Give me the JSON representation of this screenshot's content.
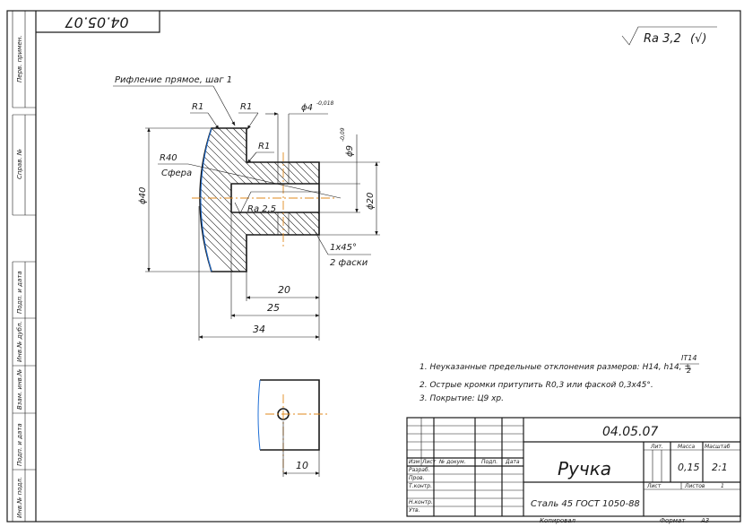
{
  "stamp_number_rotated": "04.05.07",
  "roughness": {
    "value": "Ra 3,2",
    "suffix": "(√)"
  },
  "side_strip": {
    "perv_primen": "Перв. примен.",
    "sprav_no": "Справ. №",
    "podp_data_1": "Подп. и дата",
    "inv_dubl": "Инв.№ дубл.",
    "vzam_inv": "Взам. инв.№",
    "podp_data_2": "Подп. и дата",
    "inv_podl": "Инв.№ подл."
  },
  "labels": {
    "knurling": "Рифление прямое, шаг 1",
    "r1_a": "R1",
    "r1_b": "R1",
    "r1_c": "R1",
    "r40": "R40",
    "sphere": "Сфера",
    "ra25": "Ra 2,5",
    "phi4": "ϕ4",
    "phi4_tol": "-0,018",
    "phi9": "ϕ9",
    "phi9_tol": "-0,09",
    "phi20": "ϕ20",
    "phi40": "ϕ40",
    "chamfer": "1x45°",
    "chamfer_note": "2 фаски",
    "dim20": "20",
    "dim25": "25",
    "dim34": "34",
    "dim10": "10"
  },
  "notes": {
    "n1": "1. Неуказанные предельные отклонения размеров: H14, h14, ±",
    "n1_frac_num": "IT14",
    "n1_frac_den": "2",
    "n2": "2. Острые кромки притупить R0,3 или фаской 0,3x45°.",
    "n3": "3. Покрытие: Ц9 хр."
  },
  "title_block": {
    "designation": "04.05.07",
    "name": "Ручка",
    "material": "Сталь 45 ГОСТ 1050-88",
    "col_izm": "Изм",
    "col_list": "Лист",
    "col_doc": "№ докум.",
    "col_podp": "Подп.",
    "col_data": "Дата",
    "row_razrab": "Разраб.",
    "row_prov": "Пров.",
    "row_tkontr": "Т.контр.",
    "row_nkontr": "Н.контр.",
    "row_utv": "Утв.",
    "lit": "Лит.",
    "massa": "Масса",
    "masshtab": "Масштаб",
    "massa_val": "0,15",
    "masshtab_val": "2:1",
    "list": "Лист",
    "listov": "Листов",
    "listov_val": "1",
    "kopiroval": "Копировал",
    "format": "Формат",
    "format_val": "A3"
  }
}
